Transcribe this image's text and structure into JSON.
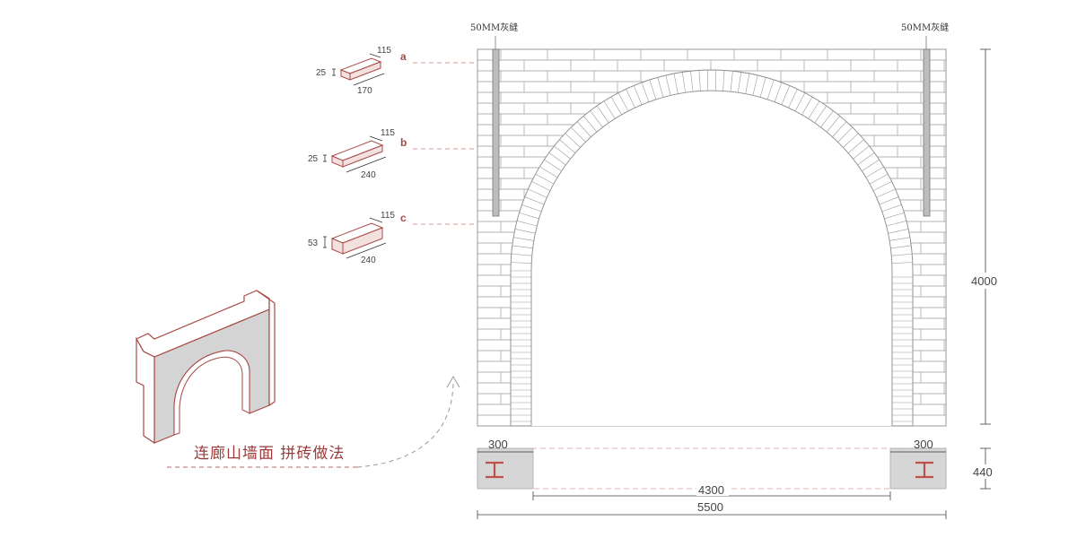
{
  "title": "连廊山墙面  拼砖做法",
  "joint_label": "50MM灰缝",
  "colors": {
    "accent": "#c0504d",
    "accent_dark": "#9b3a38",
    "line": "#8f8f8f",
    "wall_fill": "#d6d6d6"
  },
  "bricks": [
    {
      "tag": "a",
      "width": "115",
      "thickness": "25",
      "length": "170"
    },
    {
      "tag": "b",
      "width": "115",
      "thickness": "25",
      "length": "240"
    },
    {
      "tag": "c",
      "width": "115",
      "thickness": "53",
      "length": "240"
    }
  ],
  "dimensions": {
    "height": "4000",
    "base_height": "440",
    "pier_left": "300",
    "pier_right": "300",
    "opening": "4300",
    "total_width": "5500"
  }
}
